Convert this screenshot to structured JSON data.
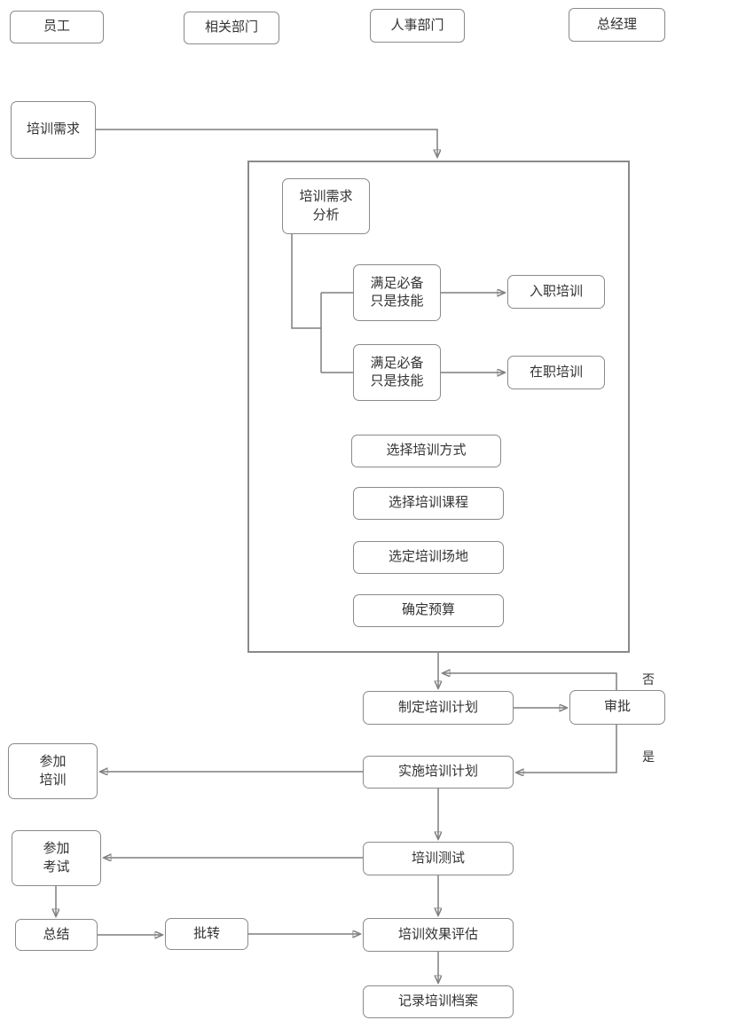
{
  "lanes": {
    "employee": "员工",
    "departments": "相关部门",
    "hr": "人事部门",
    "gm": "总经理"
  },
  "nodes": {
    "training_need": "培训需求",
    "need_analysis": "培训需求\n分析",
    "meet_skill_new": "满足必备\n只是技能",
    "onboarding_training": "入职培训",
    "meet_skill_current": "满足必备\n只是技能",
    "onjob_training": "在职培训",
    "choose_method": "选择培训方式",
    "choose_course": "选择培训课程",
    "choose_venue": "选定培训场地",
    "budget": "确定预算",
    "make_plan": "制定培训计划",
    "approval": "审批",
    "implement_plan": "实施培训计划",
    "attend_training": "参加\n培训",
    "attend_exam": "参加\n考试",
    "summary": "总结",
    "forward": "批转",
    "training_test": "培训测试",
    "evaluate": "培训效果评估",
    "record_archive": "记录培训档案"
  },
  "edge_labels": {
    "no": "否",
    "yes": "是"
  },
  "colors": {
    "background": "#ffffff",
    "line": "#7f7f7f",
    "box_border": "#8a8a8a",
    "text": "#333333",
    "arrowhead": "#1f1f1f"
  }
}
